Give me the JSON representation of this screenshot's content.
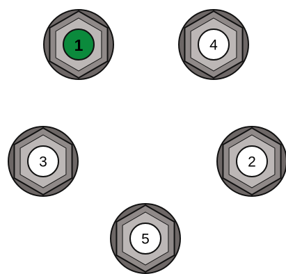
{
  "nuts": [
    {
      "label": "1",
      "active": true
    },
    {
      "label": "4",
      "active": false
    },
    {
      "label": "3",
      "active": false
    },
    {
      "label": "2",
      "active": false
    },
    {
      "label": "5",
      "active": false
    }
  ],
  "colors": {
    "outer_ring": "#6d6766",
    "hex_face": "#8f8988",
    "inner_hex": "#bcb7b6",
    "outline": "#111111",
    "label_bg": "#ffffff",
    "active_bg": "#0b8a3c",
    "label_text": "#000000"
  }
}
